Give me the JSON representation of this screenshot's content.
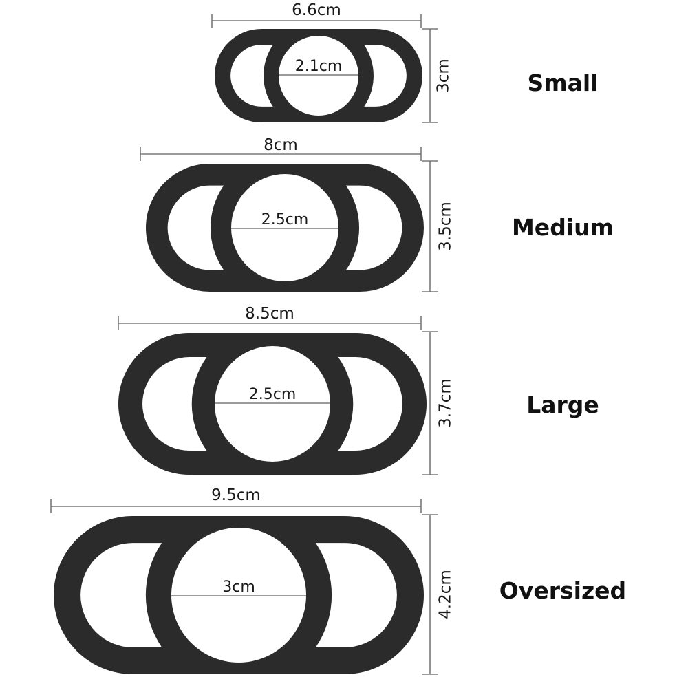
{
  "colors": {
    "ring": "#2b2b2b",
    "dimension_line": "#7a7a7a",
    "text": "#1a1a1a"
  },
  "sizes": [
    {
      "label": "Small",
      "width_label": "6.6cm",
      "height_label": "3cm",
      "inner_label": "2.1cm"
    },
    {
      "label": "Medium",
      "width_label": "8cm",
      "height_label": "3.5cm",
      "inner_label": "2.5cm"
    },
    {
      "label": "Large",
      "width_label": "8.5cm",
      "height_label": "3.7cm",
      "inner_label": "2.5cm"
    },
    {
      "label": "Oversized",
      "width_label": "9.5cm",
      "height_label": "4.2cm",
      "inner_label": "3cm"
    }
  ]
}
